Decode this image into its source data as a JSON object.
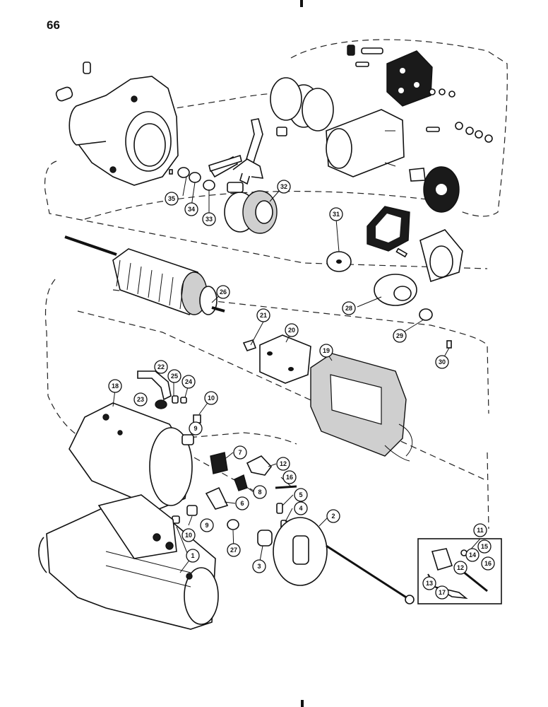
{
  "page": {
    "number": "66"
  },
  "callouts": [
    "1",
    "2",
    "3",
    "4",
    "5",
    "6",
    "7",
    "8",
    "9",
    "9",
    "10",
    "10",
    "11",
    "12",
    "12",
    "13",
    "14",
    "15",
    "16",
    "16",
    "17",
    "18",
    "19",
    "20",
    "21",
    "22",
    "23",
    "24",
    "25",
    "26",
    "27",
    "28",
    "29",
    "30",
    "31",
    "32",
    "33",
    "34",
    "35"
  ]
}
